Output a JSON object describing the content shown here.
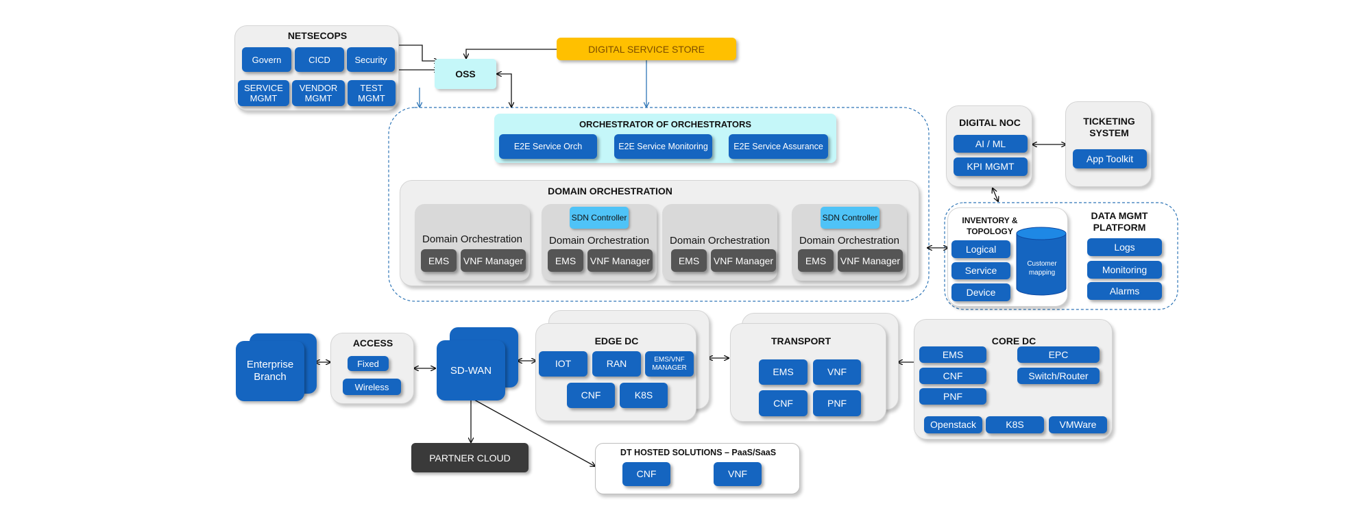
{
  "netsecops": {
    "title": "NETSECOPS",
    "govern": "Govern",
    "cicd": "CICD",
    "security": "Security",
    "service_mgmt": "SERVICE MGMT",
    "vendor_mgmt": "VENDOR MGMT",
    "test_mgmt": "TEST MGMT"
  },
  "digital_service_store": "DIGITAL SERVICE STORE",
  "oss": "OSS",
  "ooo": {
    "title": "ORCHESTRATOR OF ORCHESTRATORS",
    "items": [
      "E2E Service Orch",
      "E2E Service Monitoring",
      "E2E Service Assurance"
    ]
  },
  "domain_orch": {
    "title": "DOMAIN ORCHESTRATION",
    "sdn": "SDN Controller",
    "blocks": [
      {
        "label": "Domain Orchestration",
        "ems": "EMS",
        "vnf": "VNF Manager"
      },
      {
        "label": "Domain Orchestration",
        "ems": "EMS",
        "vnf": "VNF Manager"
      },
      {
        "label": "Domain Orchestration",
        "ems": "EMS",
        "vnf": "VNF Manager"
      },
      {
        "label": "Domain Orchestration",
        "ems": "EMS",
        "vnf": "VNF Manager"
      }
    ]
  },
  "digital_noc": {
    "title": "DIGITAL NOC",
    "ai_ml": "AI / ML",
    "kpi": "KPI MGMT"
  },
  "ticketing": {
    "title": "TICKETING SYSTEM",
    "app_toolkit": "App Toolkit"
  },
  "inventory": {
    "title": "INVENTORY & TOPOLOGY",
    "logical": "Logical",
    "service": "Service",
    "device": "Device",
    "customer_mapping": "Customer mapping"
  },
  "data_mgmt": {
    "title": "DATA MGMT PLATFORM",
    "logs": "Logs",
    "monitoring": "Monitoring",
    "alarms": "Alarms"
  },
  "enterprise_branch": "Enterprise Branch",
  "access": {
    "title": "ACCESS",
    "fixed": "Fixed",
    "wireless": "Wireless"
  },
  "sdwan": "SD-WAN",
  "edge_dc": {
    "title": "EDGE DC",
    "iot": "IOT",
    "ran": "RAN",
    "ems_vnf": "EMS/VNF MANAGER",
    "cnf": "CNF",
    "k8s": "K8S"
  },
  "transport": {
    "title": "TRANSPORT",
    "ems": "EMS",
    "vnf": "VNF",
    "cnf": "CNF",
    "pnf": "PNF"
  },
  "core_dc": {
    "title": "CORE DC",
    "ems": "EMS",
    "cnf": "CNF",
    "pnf": "PNF",
    "epc": "EPC",
    "switch_router": "Switch/Router",
    "openstack": "Openstack",
    "k8s": "K8S",
    "vmware": "VMWare"
  },
  "partner_cloud": "PARTNER CLOUD",
  "dt_hosted": {
    "title": "DT HOSTED SOLUTIONS – PaaS/SaaS",
    "cnf": "CNF",
    "vnf": "VNF"
  },
  "colors": {
    "blue": "#1565c0",
    "cyan": "#c5f7f9",
    "orange": "#ffc000",
    "sdn": "#4fc3f7",
    "dark": "#3a3a3a"
  }
}
